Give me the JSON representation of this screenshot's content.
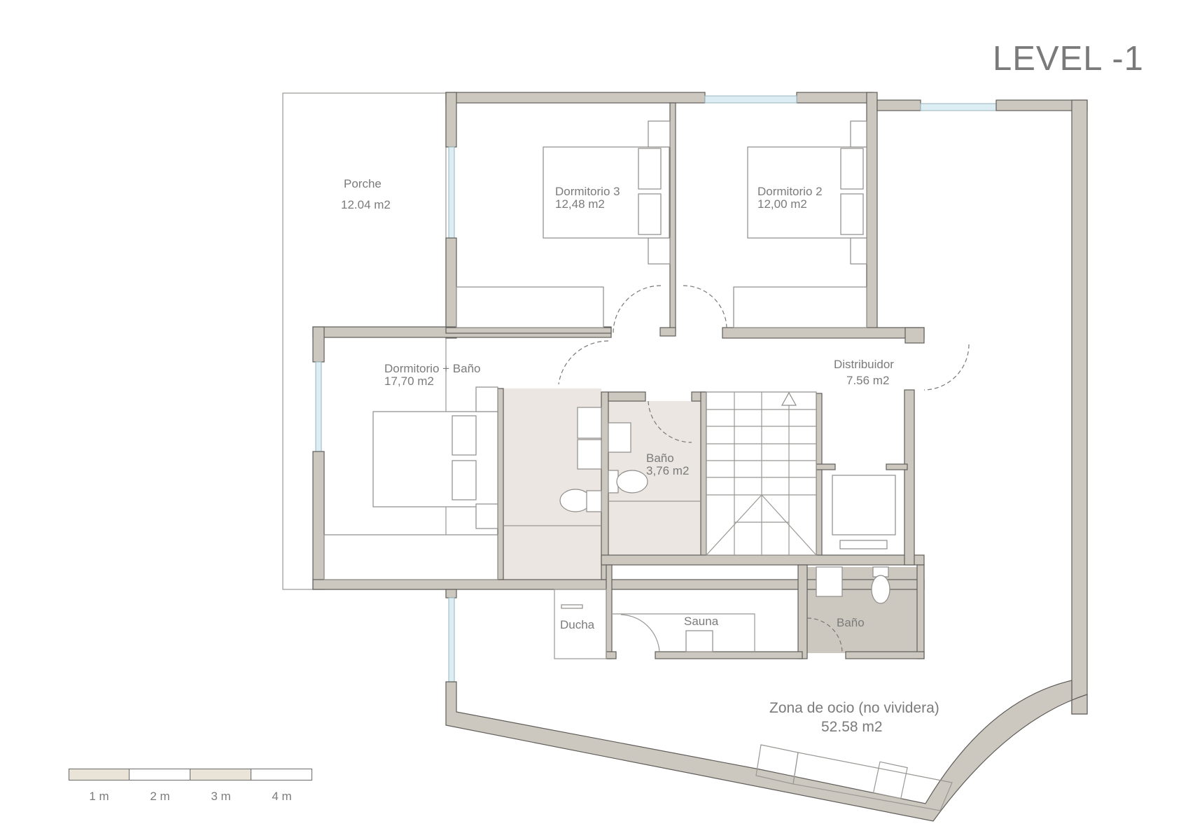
{
  "title": "LEVEL -1",
  "colors": {
    "wall_fill": "#cdc8bf",
    "wall_stroke": "#5f5d5a",
    "wet_floor_light": "#ebe6e1",
    "wet_floor_dark": "#cdc8bf",
    "glass": "#dceef4",
    "label_text": "#7b7b7b"
  },
  "rooms": {
    "porche": {
      "name": "Porche",
      "area": "12.04 m2"
    },
    "dormitorio3": {
      "name": "Dormitorio 3",
      "area": "12,48 m2"
    },
    "dormitorio2": {
      "name": "Dormitorio 2",
      "area": "12,00 m2"
    },
    "dormitorio_bano": {
      "name": "Dormitorio + Baño",
      "area": "17,70 m2"
    },
    "distribuidor": {
      "name": "Distribuidor",
      "area": "7.56 m2"
    },
    "bano_small": {
      "name": "Baño",
      "area": "3,76 m2"
    },
    "ducha": {
      "name": "Ducha"
    },
    "sauna": {
      "name": "Sauna"
    },
    "bano_lower": {
      "name": "Baño"
    },
    "zona_ocio": {
      "name": "Zona de ocio (no vividera)",
      "area": "52.58 m2"
    }
  },
  "scale_bar": {
    "segments": [
      {
        "label": "1 m",
        "filled": true
      },
      {
        "label": "2 m",
        "filled": false
      },
      {
        "label": "3 m",
        "filled": true
      },
      {
        "label": "4 m",
        "filled": false
      }
    ]
  }
}
